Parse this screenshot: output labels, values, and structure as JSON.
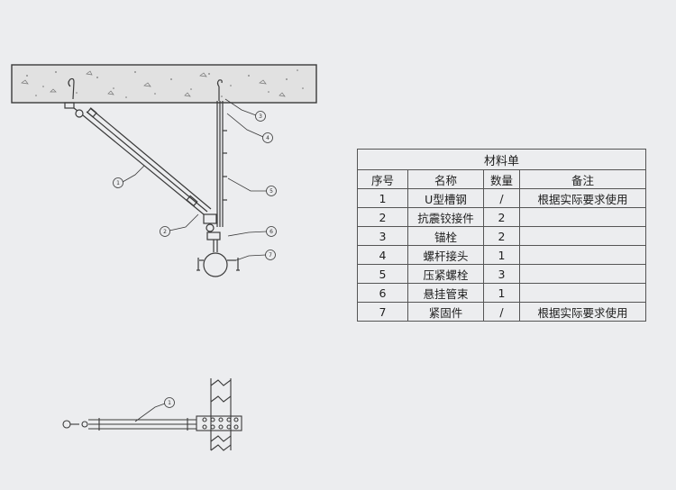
{
  "bom": {
    "title": "材料单",
    "headers": [
      "序号",
      "名称",
      "数量",
      "备注"
    ],
    "rows": [
      {
        "no": "1",
        "name": "U型槽钢",
        "qty": "/",
        "remark": "根据实际要求使用"
      },
      {
        "no": "2",
        "name": "抗震铰接件",
        "qty": "2",
        "remark": ""
      },
      {
        "no": "3",
        "name": "锚栓",
        "qty": "2",
        "remark": ""
      },
      {
        "no": "4",
        "name": "螺杆接头",
        "qty": "1",
        "remark": ""
      },
      {
        "no": "5",
        "name": "压紧螺栓",
        "qty": "3",
        "remark": ""
      },
      {
        "no": "6",
        "name": "悬挂管束",
        "qty": "1",
        "remark": ""
      },
      {
        "no": "7",
        "name": "紧固件",
        "qty": "/",
        "remark": "根据实际要求使用"
      }
    ]
  },
  "callouts": {
    "c1": "1",
    "c2": "2",
    "c3": "3",
    "c4": "4",
    "c5": "5",
    "c6": "6",
    "c7": "7",
    "c1b": "1"
  },
  "colors": {
    "line": "#3a3a3a",
    "ceiling_fill": "#e2e2e2",
    "background": "#ecedef"
  }
}
